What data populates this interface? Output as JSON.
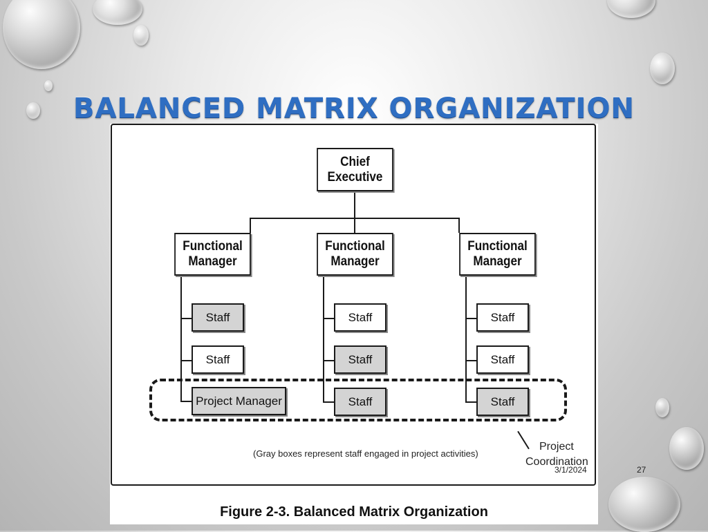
{
  "slide": {
    "title": "Balanced Matrix Organization",
    "date": "3/1/2024",
    "page_number": "27"
  },
  "figure": {
    "caption": "Figure 2-3. Balanced Matrix Organization",
    "note": "(Gray boxes represent staff engaged in project activities)",
    "coordination_label_line1": "Project",
    "coordination_label_line2": "Coordination"
  },
  "org": {
    "chief": "Chief Executive",
    "functional_manager": "Functional Manager",
    "columns": [
      {
        "manager": "Functional Manager",
        "items": [
          {
            "label": "Staff",
            "gray": true
          },
          {
            "label": "Staff",
            "gray": false
          },
          {
            "label": "Project Manager",
            "gray": true
          }
        ]
      },
      {
        "manager": "Functional Manager",
        "items": [
          {
            "label": "Staff",
            "gray": false
          },
          {
            "label": "Staff",
            "gray": true
          },
          {
            "label": "Staff",
            "gray": true
          }
        ]
      },
      {
        "manager": "Functional Manager",
        "items": [
          {
            "label": "Staff",
            "gray": false
          },
          {
            "label": "Staff",
            "gray": false
          },
          {
            "label": "Staff",
            "gray": true
          }
        ]
      }
    ]
  },
  "colors": {
    "title": "#2f6ec2",
    "gray_box": "#d4d4d4",
    "line": "#1a1a1a"
  }
}
